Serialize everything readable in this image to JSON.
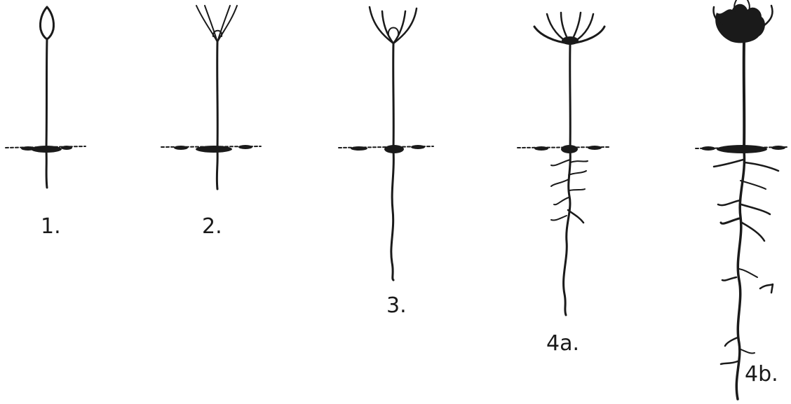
{
  "figure": {
    "stages": [
      {
        "id": "1",
        "label": "1."
      },
      {
        "id": "2",
        "label": "2."
      },
      {
        "id": "3",
        "label": "3."
      },
      {
        "id": "4a",
        "label": "4a."
      },
      {
        "id": "4b",
        "label": "4b."
      }
    ]
  },
  "colors": {
    "ink": "#1a1a1a",
    "paper": "#ffffff"
  }
}
